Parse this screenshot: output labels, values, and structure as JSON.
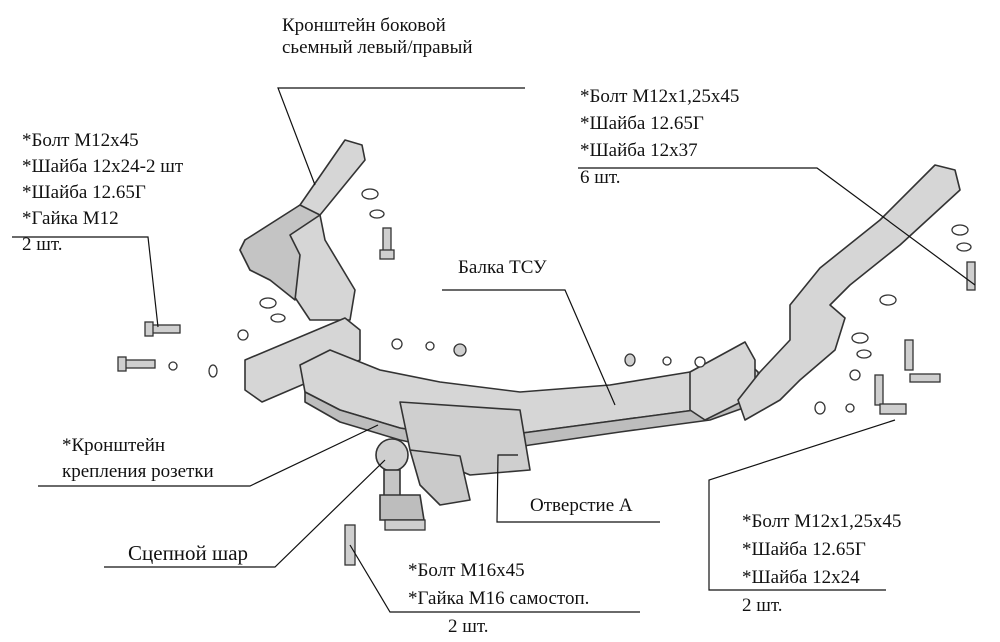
{
  "labels": {
    "side_bracket": [
      "Кронштейн боковой",
      "сьемный левый/правый"
    ],
    "left_fasteners": [
      "*Болт М12х45",
      "*Шайба 12х24-2 шт",
      "*Шайба 12.65Г",
      "*Гайка М12",
      "2 шт."
    ],
    "right_top_fasteners": [
      "*Болт М12х1,25х45",
      "*Шайба 12.65Г",
      "*Шайба 12х37",
      "6 шт."
    ],
    "beam": "Балка ТСУ",
    "socket_bracket": [
      "*Кронштейн",
      "крепления розетки"
    ],
    "hole_a": "Отверстие А",
    "ball": "Сцепной шар",
    "ball_fasteners": [
      "*Болт М16х45",
      "*Гайка М16  самостоп.",
      "2 шт."
    ],
    "right_bottom_fasteners": [
      "*Болт М12х1,25х45",
      "*Шайба 12.65Г",
      "*Шайба 12х24",
      "2 шт."
    ]
  }
}
